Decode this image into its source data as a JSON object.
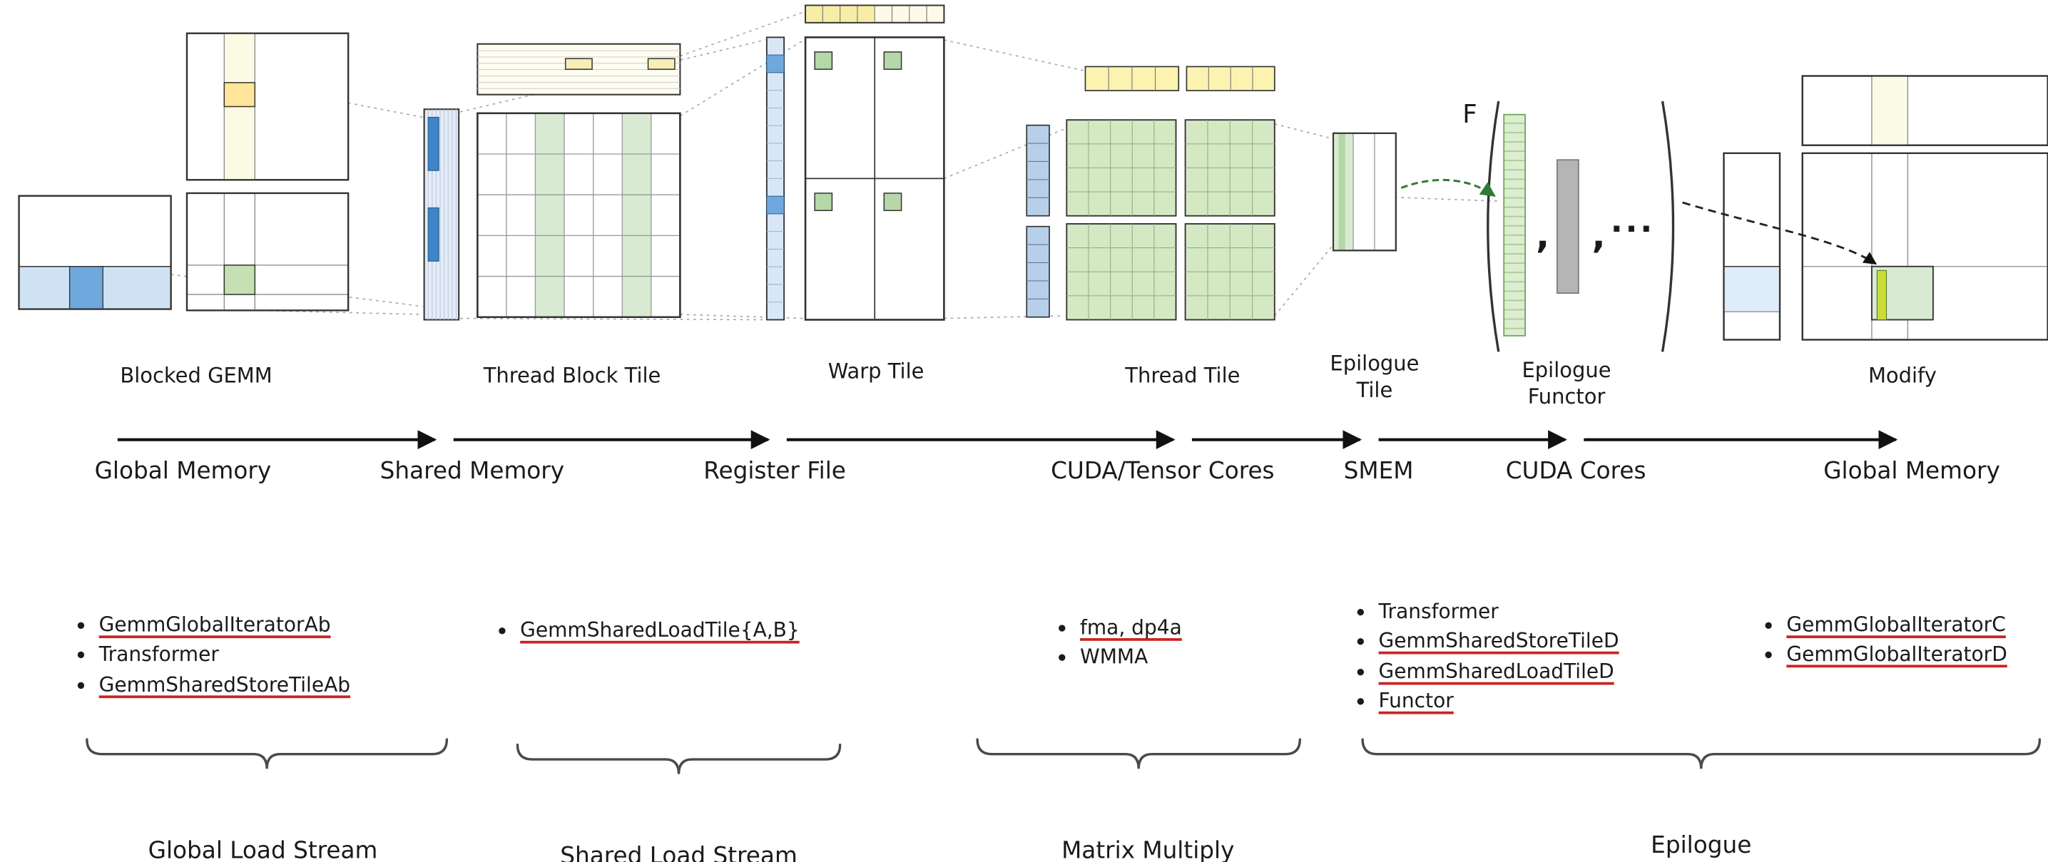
{
  "stages": {
    "blocked_gemm": {
      "label": "Blocked GEMM"
    },
    "thread_block_tile": {
      "label": "Thread Block Tile"
    },
    "warp_tile": {
      "label": "Warp Tile"
    },
    "thread_tile": {
      "label": "Thread Tile"
    },
    "epilogue_tile": {
      "line1": "Epilogue",
      "line2": "Tile"
    },
    "epilogue_functor": {
      "line1": "Epilogue",
      "line2": "Functor",
      "symbol": "F",
      "comma": ",",
      "ellipsis": "..."
    },
    "modify": {
      "label": "Modify"
    }
  },
  "memory_flow": {
    "labels": [
      "Global Memory",
      "Shared Memory",
      "Register File",
      "CUDA/Tensor Cores",
      "SMEM",
      "CUDA Cores",
      "Global Memory"
    ]
  },
  "component_lists": {
    "global_load": {
      "items": [
        "GemmGlobalIteratorAb",
        "Transformer",
        "GemmSharedStoreTileAb"
      ]
    },
    "shared_load": {
      "items": [
        "GemmSharedLoadTile{A,B}"
      ]
    },
    "matrix_multiply": {
      "items": [
        "fma, dp4a",
        "WMMA"
      ]
    },
    "epilogue": {
      "items": [
        "Transformer",
        "GemmSharedStoreTileD",
        "GemmSharedLoadTileD",
        "Functor"
      ]
    },
    "epilogue_global": {
      "items": [
        "GemmGlobalIteratorC",
        "GemmGlobalIteratorD"
      ]
    }
  },
  "streams": {
    "labels": [
      "Global Load Stream",
      "Shared Load Stream",
      "Matrix Multiply",
      "Epilogue"
    ]
  },
  "colors": {
    "light_blue": "#cfe2f3",
    "blue": "#6fa8dc",
    "dark_blue": "#3d85c6",
    "pale_yellow": "#fbfae3",
    "yellow": "#ffe599",
    "light_green": "#d9ead3",
    "green": "#b6d7a8",
    "grid_green_fill": "#d5e8c4",
    "yellow_green_bar": "#c9dc3c",
    "gray_bar": "#b5b5b5",
    "underline_red": "#cc2222",
    "arrow_green": "#2e7d32",
    "arrow_black": "#111111"
  }
}
